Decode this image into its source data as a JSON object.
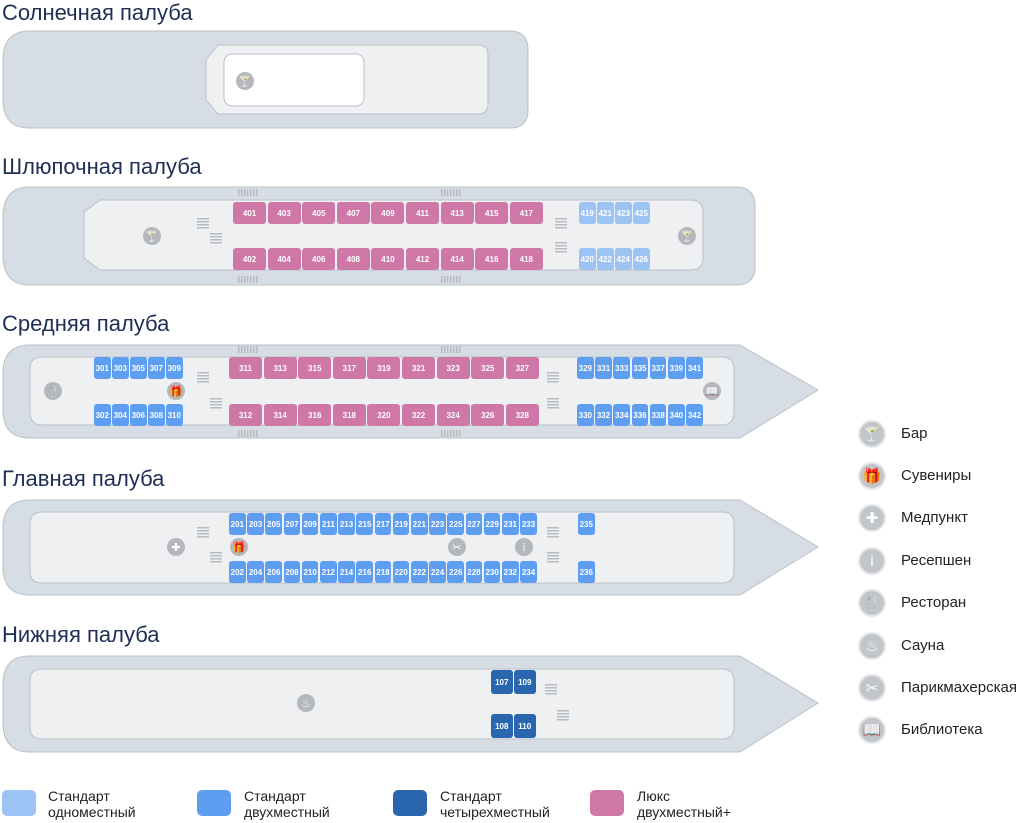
{
  "decks": [
    {
      "title": "Солнечная палуба"
    },
    {
      "title": "Шлюпочная палуба"
    },
    {
      "title": "Средняя палуба"
    },
    {
      "title": "Главная палуба"
    },
    {
      "title": "Нижняя палуба"
    }
  ],
  "cabins": {
    "boat_top": [
      "401",
      "403",
      "405",
      "407",
      "409",
      "411",
      "413",
      "415",
      "417"
    ],
    "boat_bottom": [
      "402",
      "404",
      "406",
      "408",
      "410",
      "412",
      "414",
      "416",
      "418"
    ],
    "boat_single_top": [
      "419",
      "421",
      "423",
      "425"
    ],
    "boat_single_bottom": [
      "420",
      "422",
      "424",
      "426"
    ],
    "mid_left_top": [
      "301",
      "303",
      "305",
      "307",
      "309"
    ],
    "mid_left_bottom": [
      "302",
      "304",
      "306",
      "308",
      "310"
    ],
    "mid_lux_top": [
      "311",
      "313",
      "315",
      "317",
      "319",
      "321",
      "323",
      "325",
      "327"
    ],
    "mid_lux_bottom": [
      "312",
      "314",
      "316",
      "318",
      "320",
      "322",
      "324",
      "326",
      "328"
    ],
    "mid_right_top": [
      "329",
      "331",
      "333",
      "335",
      "337",
      "339",
      "341"
    ],
    "mid_right_bottom": [
      "330",
      "332",
      "334",
      "336",
      "338",
      "340",
      "342"
    ],
    "main_top": [
      "201",
      "203",
      "205",
      "207",
      "209",
      "211",
      "213",
      "215",
      "217",
      "219",
      "221",
      "223",
      "225",
      "227",
      "229",
      "231",
      "233"
    ],
    "main_bottom": [
      "202",
      "204",
      "206",
      "208",
      "210",
      "212",
      "214",
      "216",
      "218",
      "220",
      "222",
      "224",
      "226",
      "228",
      "230",
      "232",
      "234"
    ],
    "main_extra_top": [
      "235"
    ],
    "main_extra_bottom": [
      "236"
    ],
    "lower_top": [
      "107",
      "109"
    ],
    "lower_bottom": [
      "108",
      "110"
    ]
  },
  "amenities": [
    {
      "label": "Бар",
      "icon": "cocktail-icon",
      "glyph": "🍸"
    },
    {
      "label": "Сувениры",
      "icon": "gift-icon",
      "glyph": "🎁"
    },
    {
      "label": "Медпункт",
      "icon": "medical-cross-icon",
      "glyph": "✚"
    },
    {
      "label": "Ресепшен",
      "icon": "info-icon",
      "glyph": "i"
    },
    {
      "label": "Ресторан",
      "icon": "cutlery-icon",
      "glyph": "🍴"
    },
    {
      "label": "Сауна",
      "icon": "sauna-icon",
      "glyph": "♨"
    },
    {
      "label": "Парикмахерская",
      "icon": "scissors-icon",
      "glyph": "✂"
    },
    {
      "label": "Библиотека",
      "icon": "book-icon",
      "glyph": "📖"
    }
  ],
  "cabin_types": [
    {
      "label_line1": "Стандарт",
      "label_line2": "одноместный",
      "color": "#9cc3f3"
    },
    {
      "label_line1": "Стандарт",
      "label_line2": "двухместный",
      "color": "#5e9ef0"
    },
    {
      "label_line1": "Стандарт",
      "label_line2": "четырехместный",
      "color": "#2a66ad"
    },
    {
      "label_line1": "Люкс",
      "label_line2": "двухместный+",
      "color": "#cf78a8"
    }
  ],
  "colors": {
    "hull_outer": "#d6dde5",
    "hull_inner": "#eef0f2",
    "hull_stroke": "#b9c1c9",
    "stairs": "#b7bbbf"
  }
}
